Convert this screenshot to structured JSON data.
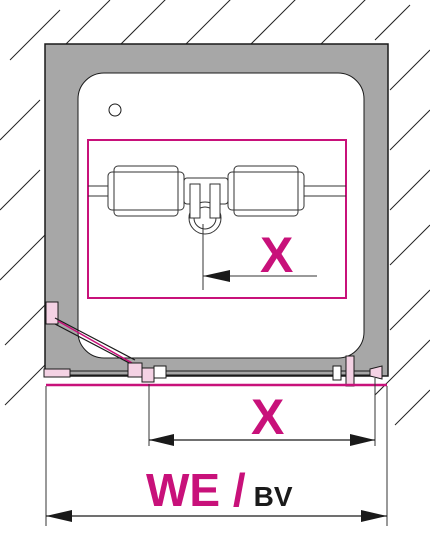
{
  "labels": {
    "inner_dimension": "X",
    "bottom_dimension": "X",
    "total_width_main": "WE /",
    "total_width_sub": "BV"
  },
  "colors": {
    "accent": "#c8117a",
    "tray_gray": "#a7a7a7",
    "line": "#1a1a1a",
    "background": "#ffffff"
  },
  "icons": {
    "drain": "drain-icon",
    "left_wall_profile": "wall-profile-icon",
    "right_wall_profile": "wall-profile-icon"
  }
}
